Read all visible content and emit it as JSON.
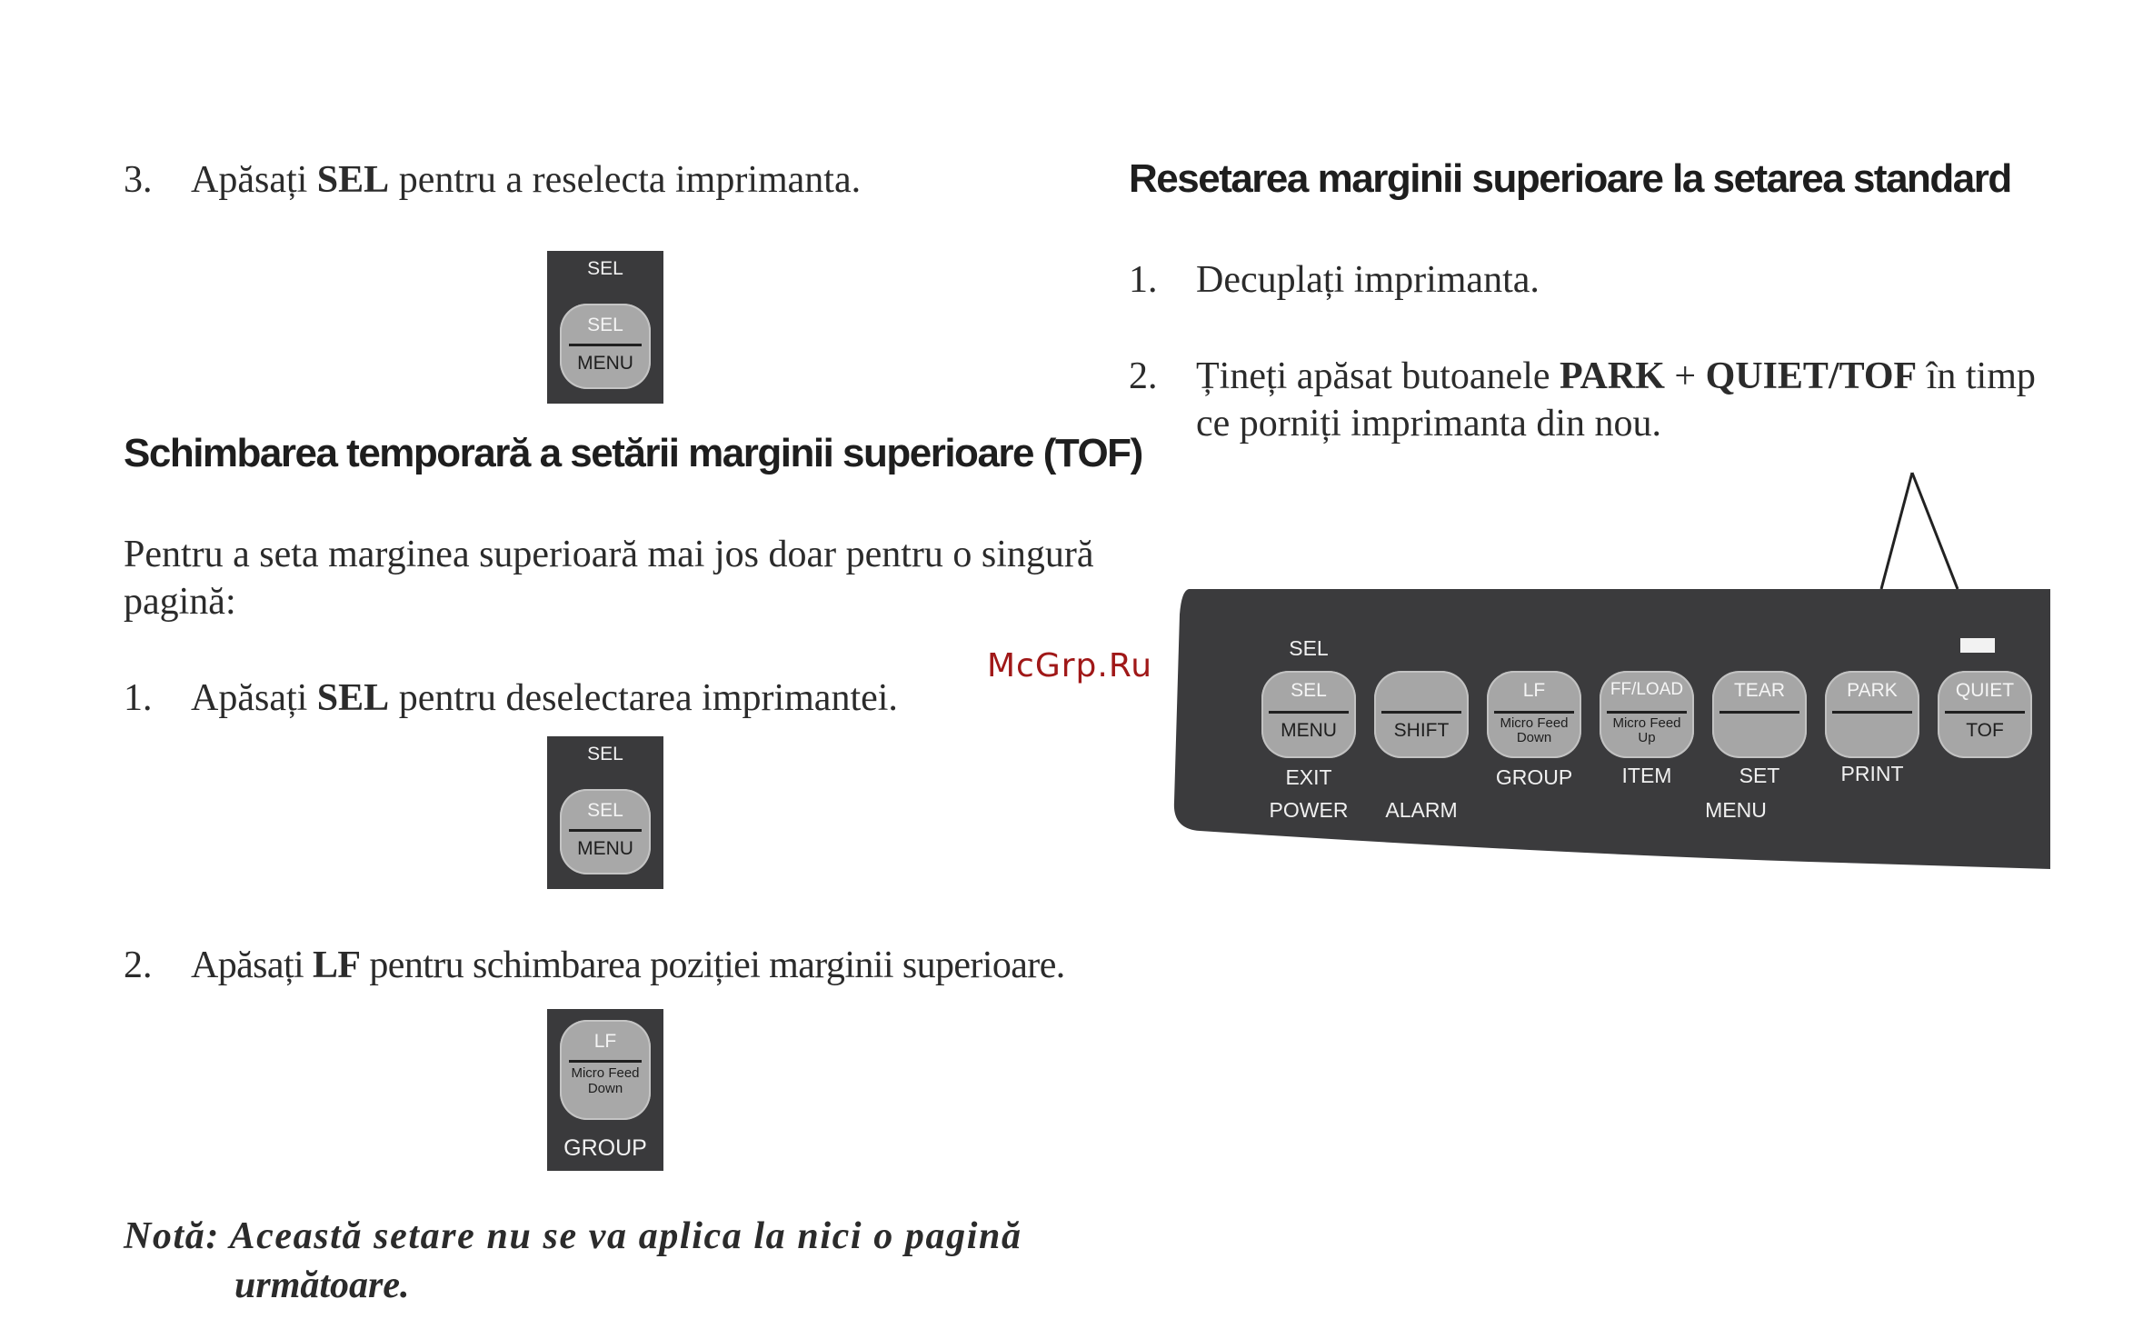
{
  "left": {
    "step3": {
      "num": "3.",
      "pre": "Apăsați ",
      "bold": "SEL",
      "post": " pentru a reselecta imprimanta."
    },
    "sel_key_1": {
      "top": "SEL",
      "key_top": "SEL",
      "key_bottom": "MENU"
    },
    "heading_tof": "Schimbarea temporară a setării marginii superioare (TOF)",
    "intro_line1": "Pentru a seta marginea superioară mai jos doar pentru o singură",
    "intro_line2": "pagină:",
    "step1": {
      "num": "1.",
      "pre": "Apăsați ",
      "bold": "SEL",
      "post": " pentru deselectarea imprimantei."
    },
    "sel_key_2": {
      "top": "SEL",
      "key_top": "SEL",
      "key_bottom": "MENU"
    },
    "step2": {
      "num": "2.",
      "pre": "Apăsați ",
      "bold": "LF",
      "post": " pentru schimbarea poziției marginii superioare."
    },
    "lf_key": {
      "key_top": "LF",
      "key_bottom_line1": "Micro Feed",
      "key_bottom_line2": "Down",
      "bottom": "GROUP"
    },
    "note_line1": "Notă: Această setare nu se va aplica la nici o pagină",
    "note_line2": "următoare."
  },
  "right": {
    "heading_reset": "Resetarea marginii superioare la setarea standard",
    "step1": {
      "num": "1.",
      "text": "Decuplați imprimanta."
    },
    "step2": {
      "num": "2.",
      "pre": "Țineți apăsat butoanele ",
      "bold1": "PARK",
      "mid": " + ",
      "bold2": "QUIET/TOF",
      "post": " în timp",
      "line2": "ce porniți imprimanta din nou."
    }
  },
  "panel": {
    "sel_indicator": "SEL",
    "keys": [
      {
        "top": "SEL",
        "bottom": "MENU"
      },
      {
        "top": "",
        "bottom": "SHIFT"
      },
      {
        "top": "LF",
        "bottom_small1": "Micro Feed",
        "bottom_small2": "Down"
      },
      {
        "top": "FF/LOAD",
        "bottom_small1": "Micro Feed",
        "bottom_small2": "Up"
      },
      {
        "top": "TEAR",
        "bottom": ""
      },
      {
        "top": "PARK",
        "bottom": ""
      },
      {
        "top": "QUIET",
        "bottom": "TOF"
      }
    ],
    "labels_row1": [
      "EXIT",
      "GROUP",
      "ITEM",
      "SET",
      "PRINT"
    ],
    "labels_row2": [
      "POWER",
      "ALARM",
      "MENU"
    ]
  },
  "watermark": "McGrp.Ru"
}
